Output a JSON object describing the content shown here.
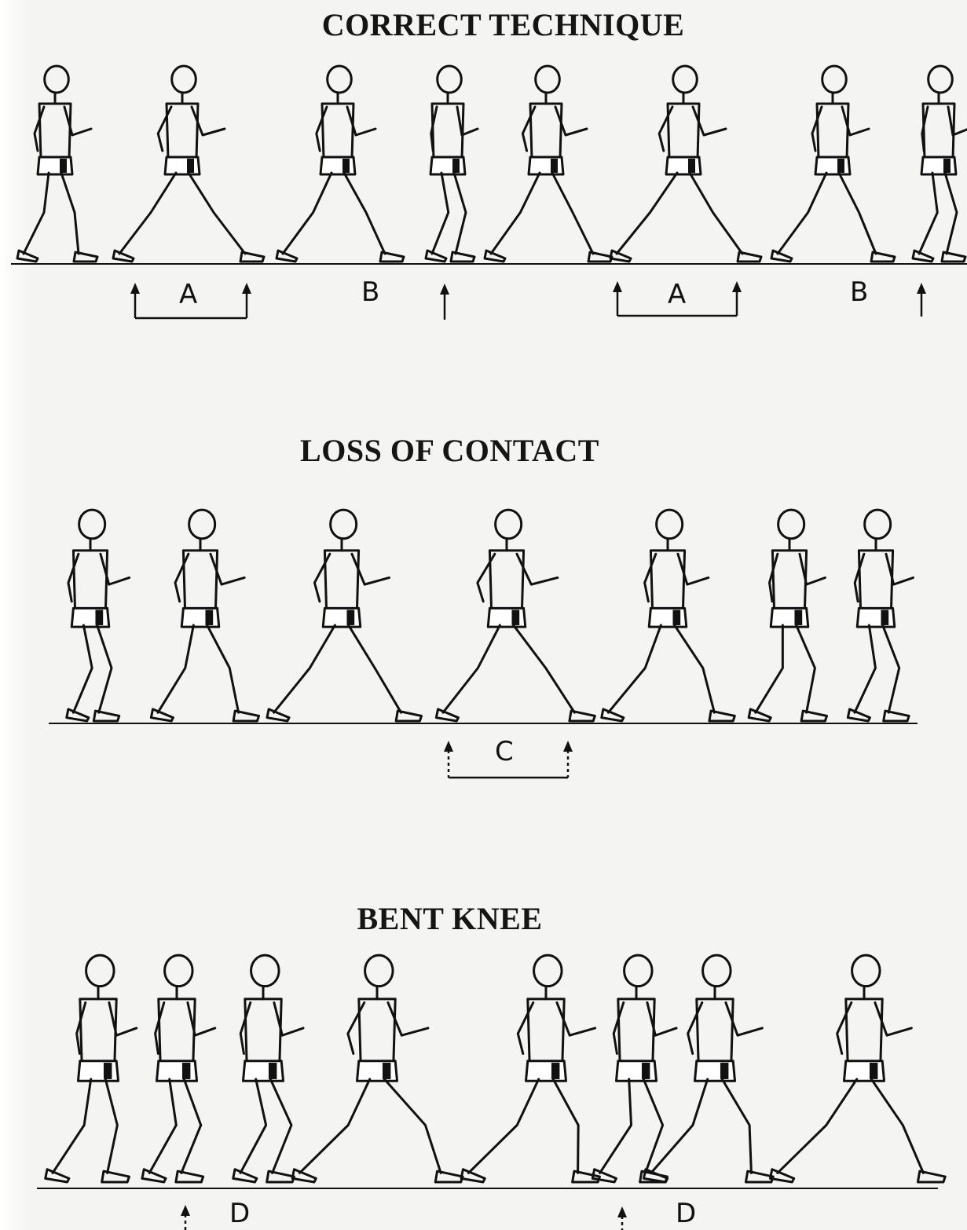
{
  "sections": {
    "correct": {
      "title": "CORRECT TECHNIQUE",
      "markers": [
        "A",
        "B",
        "A",
        "B"
      ]
    },
    "loss": {
      "title": "LOSS OF CONTACT",
      "markers": [
        "C"
      ]
    },
    "bent": {
      "title": "BENT KNEE",
      "markers": [
        "D",
        "D"
      ]
    }
  }
}
